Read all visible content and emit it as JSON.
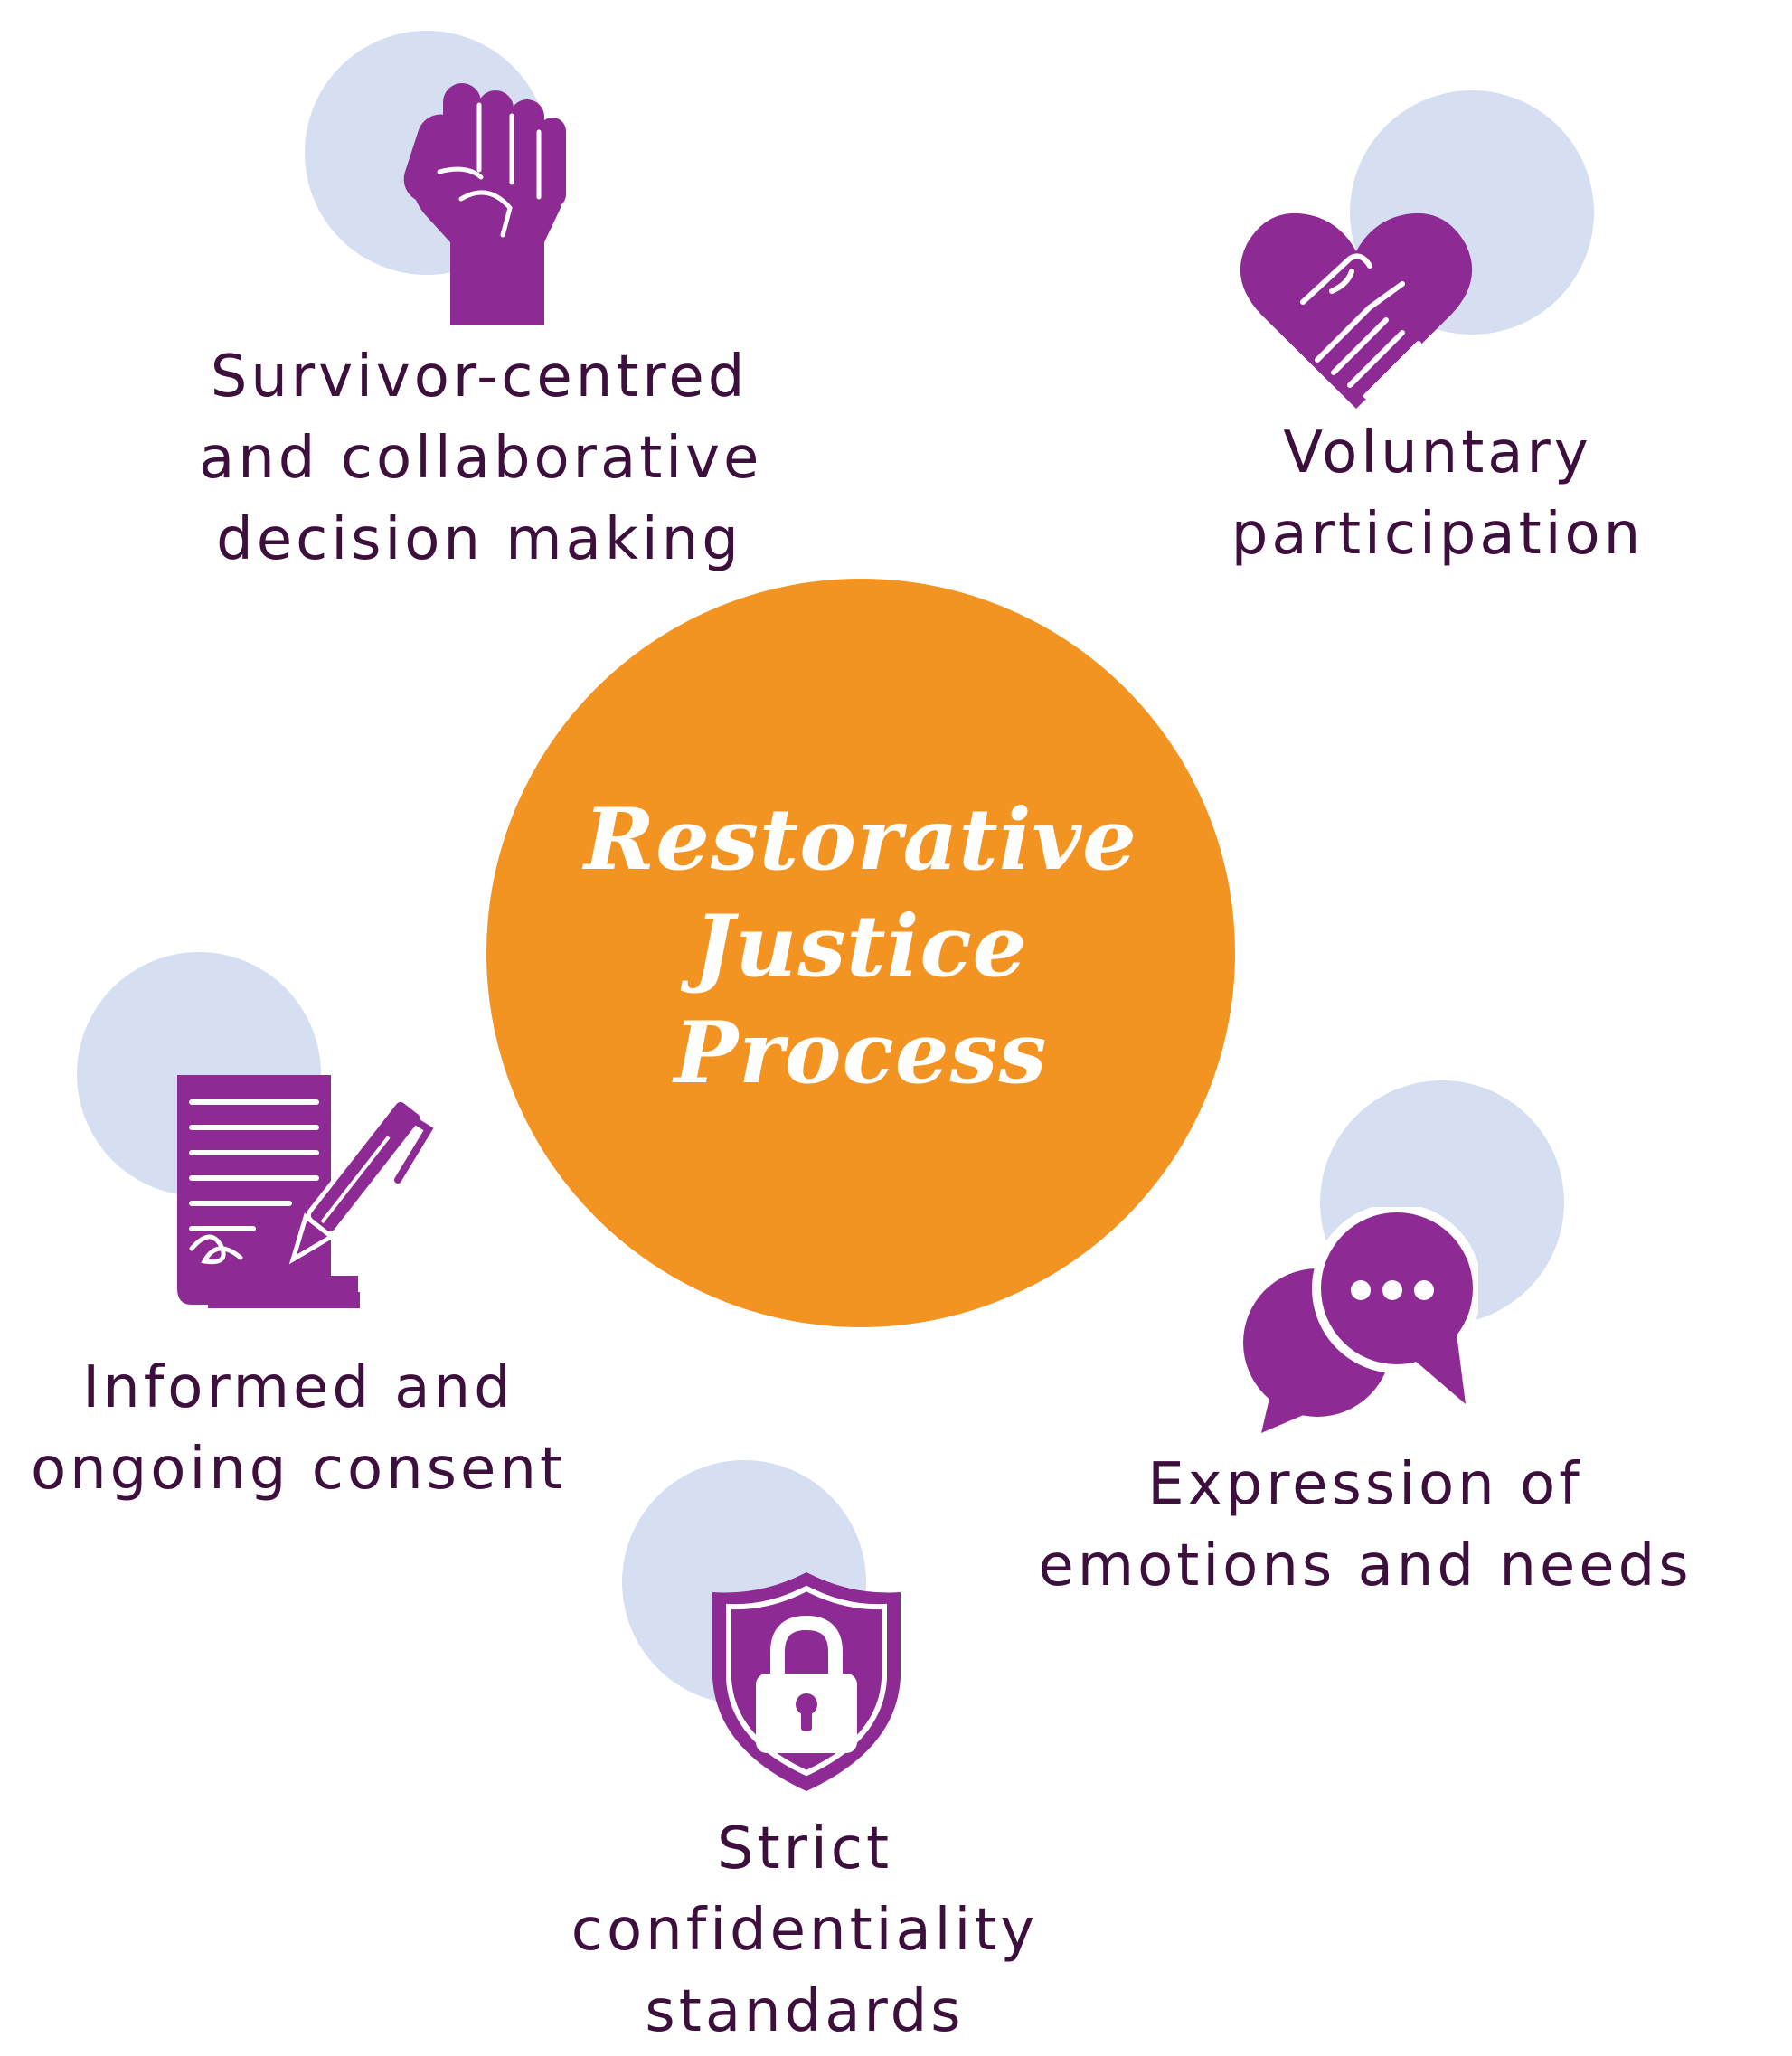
{
  "center": {
    "lines": [
      "Restorative",
      "Justice",
      "Process"
    ]
  },
  "principles": {
    "survivor": {
      "icon": "raised-fist-icon",
      "lines": [
        "Survivor-centred",
        "and collaborative",
        "decision making"
      ]
    },
    "voluntary": {
      "icon": "heart-handshake-icon",
      "lines": [
        "Voluntary",
        "participation"
      ]
    },
    "consent": {
      "icon": "signed-document-pen-icon",
      "lines": [
        "Informed and",
        "ongoing consent"
      ]
    },
    "expression": {
      "icon": "speech-bubbles-icon",
      "lines": [
        "Expression of",
        "emotions and needs"
      ]
    },
    "confidentiality": {
      "icon": "shield-lock-icon",
      "lines": [
        "Strict",
        "confidentiality",
        "standards"
      ]
    }
  },
  "colors": {
    "center": "#F39321",
    "icon": "#8E2A93",
    "bubble": "#D6DFF1",
    "text": "#3D0F3D"
  }
}
